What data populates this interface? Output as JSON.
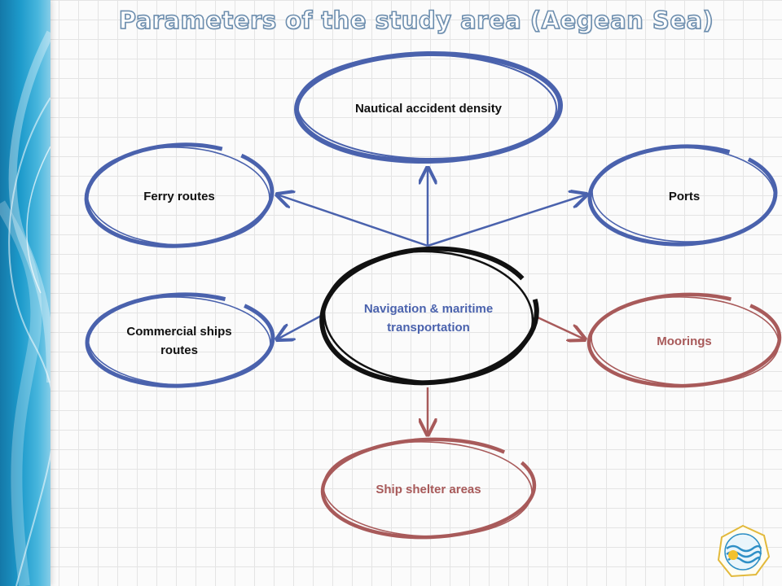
{
  "title": "Parameters of the study area  (Aegean Sea)",
  "colors": {
    "blue": "#4a62ad",
    "red": "#a85a5a",
    "black": "#111111",
    "center_text": "#4a62ad",
    "dark_text": "#111111"
  },
  "nodes": {
    "center": "Navigation & maritime transportation",
    "nautical": "Nautical accident density",
    "ferry": "Ferry routes",
    "ports": "Ports",
    "commercial": "Commercial ships routes",
    "moorings": "Moorings",
    "shelter": "Ship shelter areas"
  },
  "logo": {
    "icon": "institution-logo-icon"
  }
}
